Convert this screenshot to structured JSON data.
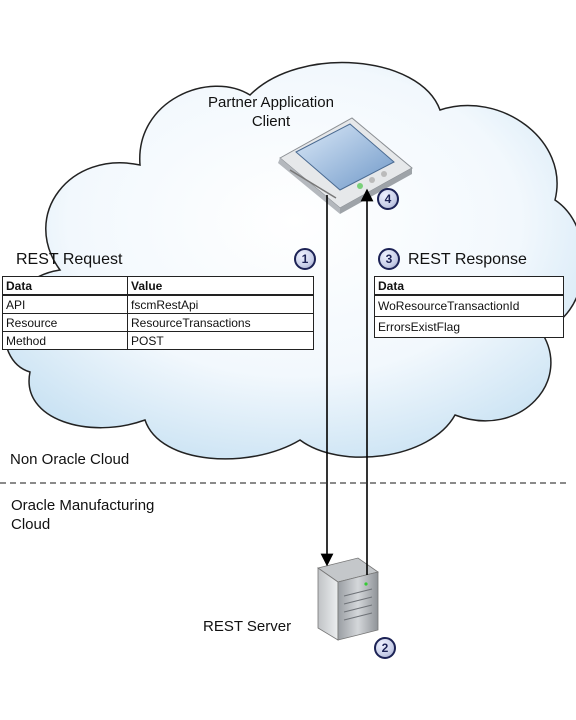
{
  "labels": {
    "partner_client": "Partner Application\nClient",
    "rest_request": "REST Request",
    "rest_response": "REST Response",
    "non_oracle_cloud": "Non Oracle Cloud",
    "oracle_manufacturing_cloud": "Oracle Manufacturing\nCloud",
    "rest_server": "REST Server"
  },
  "request_table": {
    "headers": [
      "Data",
      "Value"
    ],
    "rows": [
      [
        "API",
        "fscmRestApi"
      ],
      [
        "Resource",
        "ResourceTransactions"
      ],
      [
        "Method",
        "POST"
      ]
    ]
  },
  "response_table": {
    "header": "Data",
    "rows": [
      "WoResourceTransactionId",
      "ErrorsExistFlag"
    ]
  },
  "steps": [
    "1",
    "2",
    "3",
    "4"
  ]
}
